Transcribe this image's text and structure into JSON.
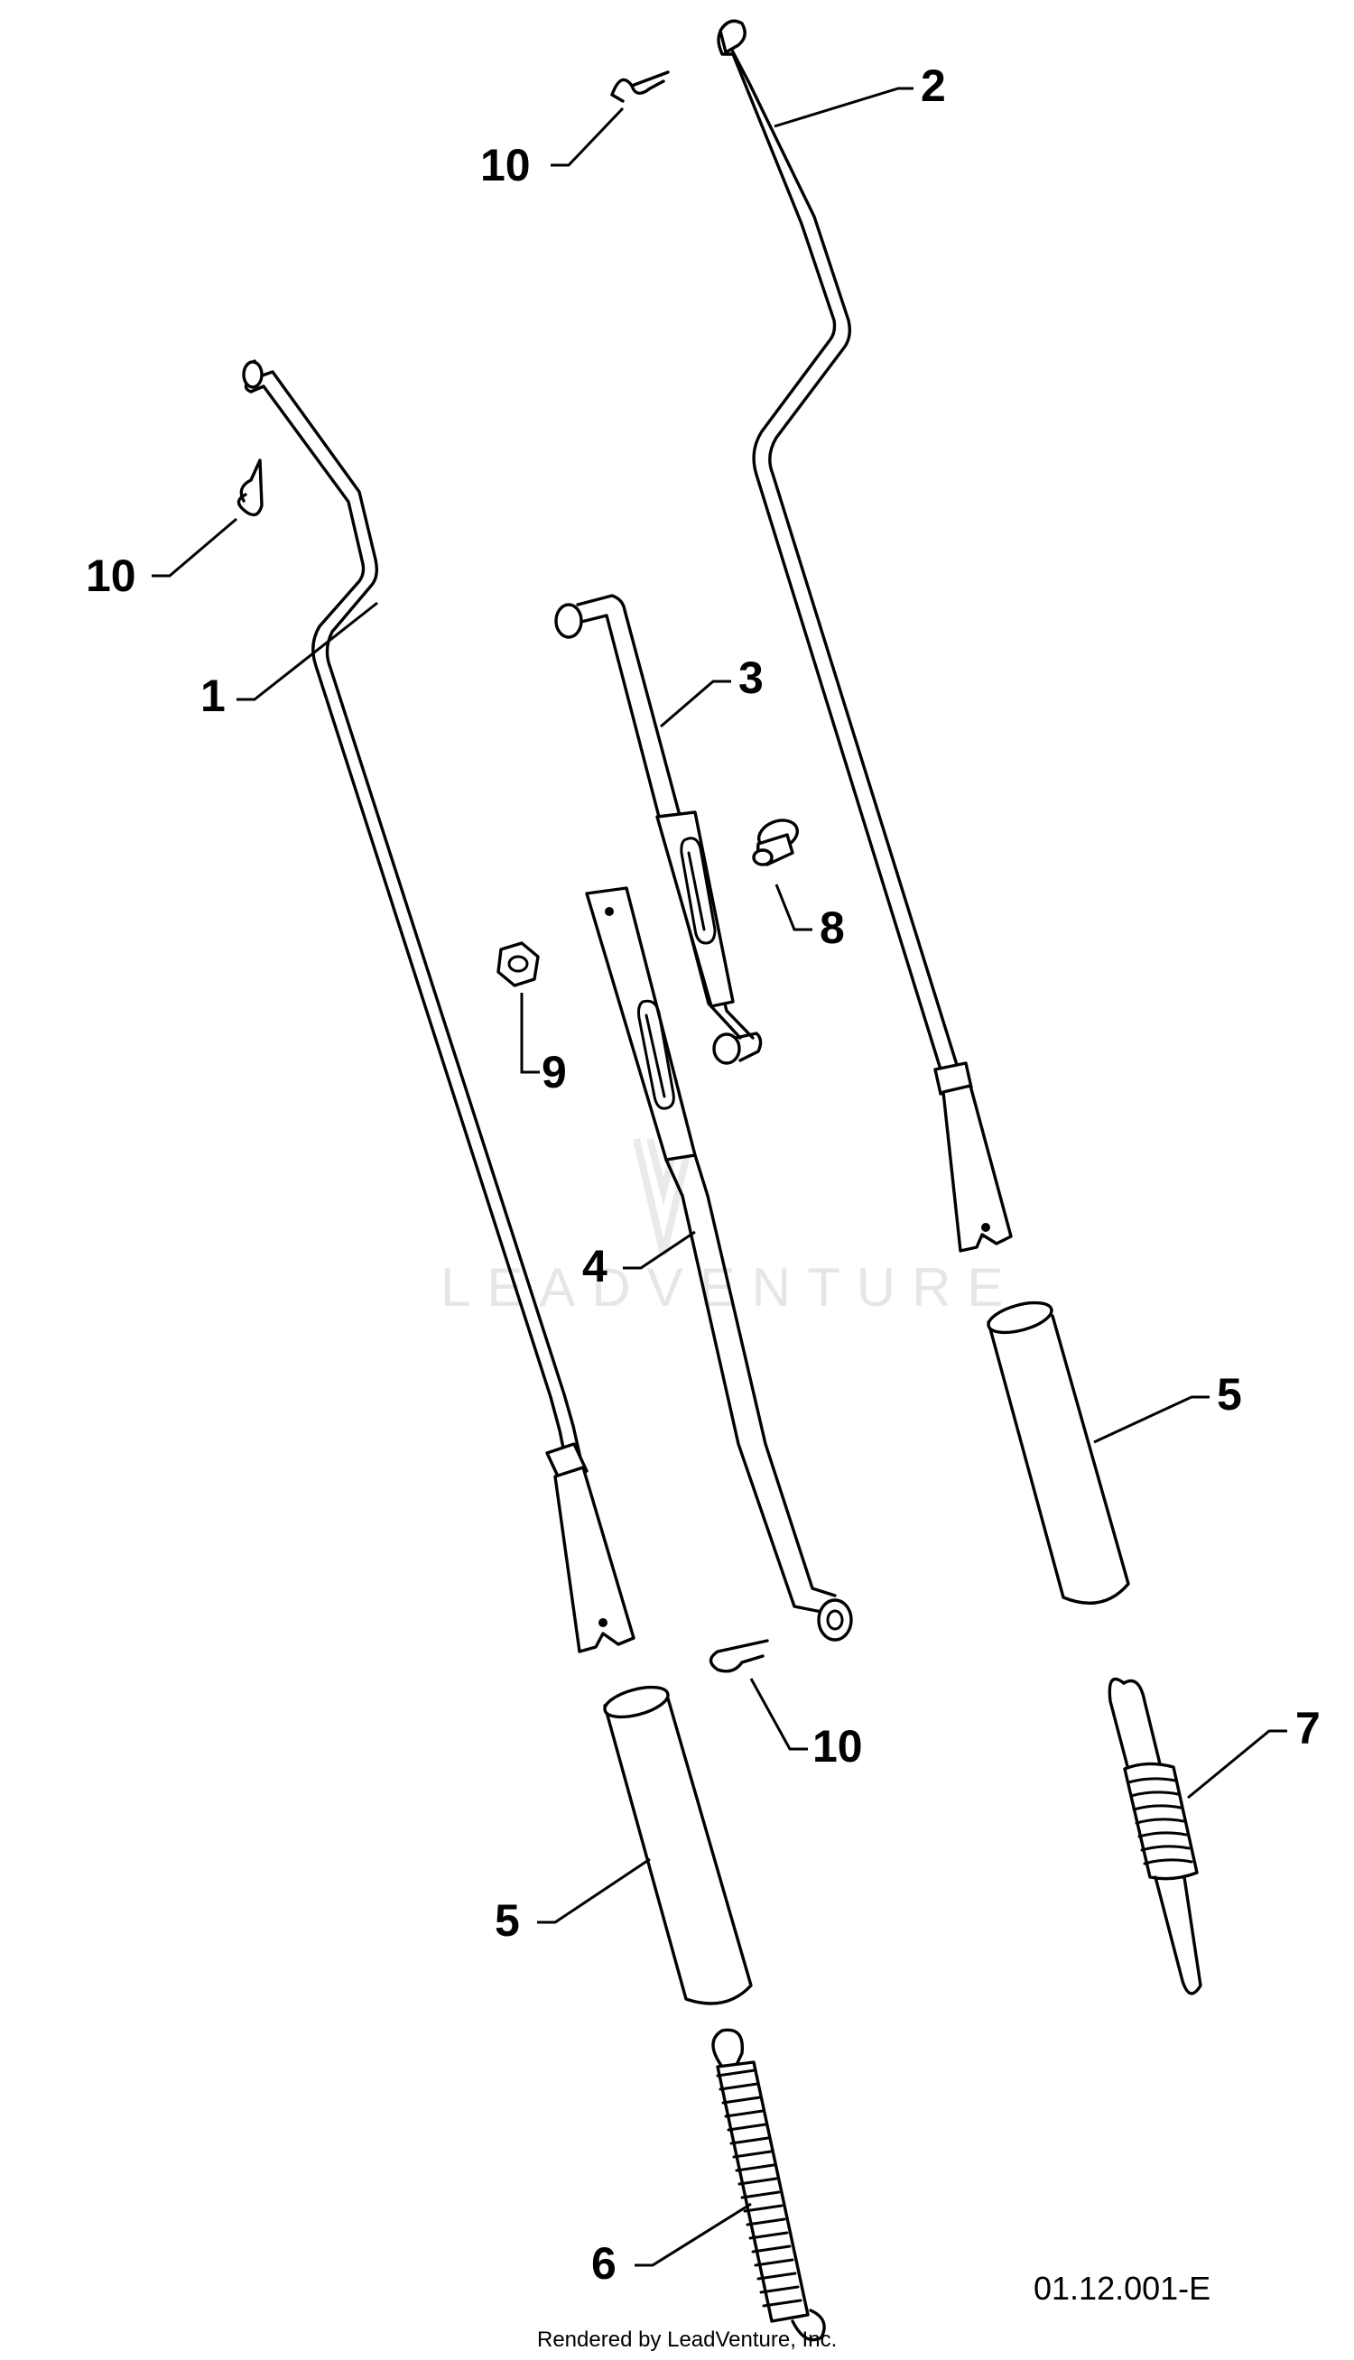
{
  "callouts": {
    "c1": "1",
    "c2": "2",
    "c3": "3",
    "c4": "4",
    "c5a": "5",
    "c5b": "5",
    "c6": "6",
    "c7": "7",
    "c8": "8",
    "c9": "9",
    "c10a": "10",
    "c10b": "10",
    "c10c": "10"
  },
  "footer": {
    "reference_code": "01.12.001-E",
    "rendered_by": "Rendered by LeadVenture, Inc."
  },
  "watermark": {
    "text": "LEADVENTURE"
  },
  "colors": {
    "line": "#000000",
    "background": "#ffffff",
    "watermark": "#e6e6e6"
  }
}
